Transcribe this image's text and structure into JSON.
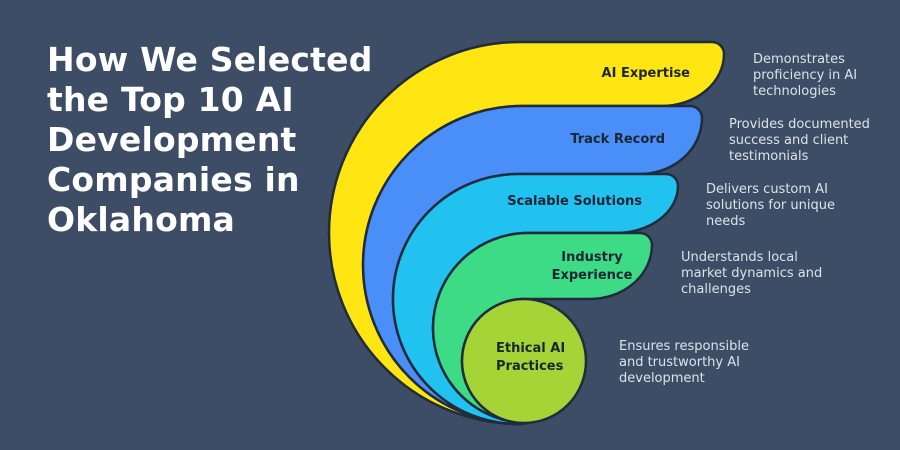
{
  "title_lines": [
    "How We Selected",
    "the Top 10 AI",
    "Development",
    "Companies in",
    "Oklahoma"
  ],
  "colors": {
    "background": "#3E4D66",
    "outline": "#202C3B",
    "title_text": "#FFFFFF",
    "label_text": "#1B2533",
    "desc_text": "#DDE2E8"
  },
  "criteria": [
    {
      "label_lines": [
        "AI Expertise"
      ],
      "desc_lines": [
        "Demonstrates",
        "proficiency in AI",
        "technologies"
      ],
      "color": "#FFE512"
    },
    {
      "label_lines": [
        "Track Record"
      ],
      "desc_lines": [
        "Provides documented",
        "success and client",
        "testimonials"
      ],
      "color": "#4A8EF7"
    },
    {
      "label_lines": [
        "Scalable Solutions"
      ],
      "desc_lines": [
        "Delivers custom AI",
        "solutions for unique",
        "needs"
      ],
      "color": "#21C1F0"
    },
    {
      "label_lines": [
        "Industry",
        "Experience"
      ],
      "desc_lines": [
        "Understands local",
        "market dynamics and",
        "challenges"
      ],
      "color": "#3EDB86"
    },
    {
      "label_lines": [
        "Ethical AI",
        "Practices"
      ],
      "desc_lines": [
        "Ensures responsible",
        "and trustworthy AI",
        "development"
      ],
      "color": "#A5D437"
    }
  ]
}
